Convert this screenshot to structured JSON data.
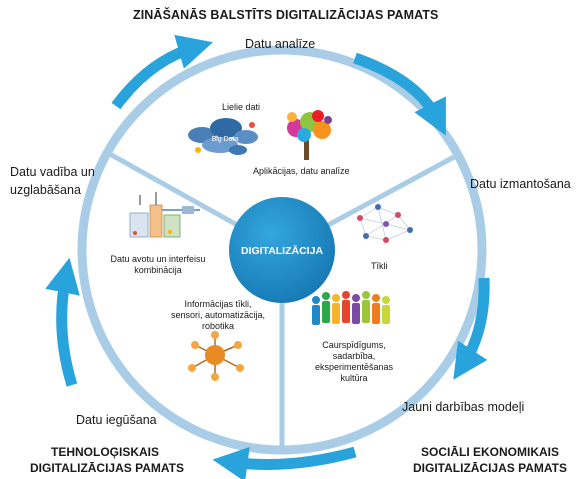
{
  "title": "ZINĀŠANĀS BALSTĪTS DIGITALIZĀCIJAS PAMATS",
  "center": "DIGITALIZĀCIJA",
  "cycle": {
    "top": "Datu analīze",
    "right": "Datu izmantošana",
    "bottom_right": "Jauni darbības modeļi",
    "bottom_left": "Datu iegūšana",
    "left_line1": "Datu vadība un",
    "left_line2": "uzglabāšana"
  },
  "foundations": {
    "tech_line1": "TEHNOLOĢISKAIS",
    "tech_line2": "DIGITALIZĀCIJAS PAMATS",
    "social_line1": "SOCIĀLI EKONOMIKAIS",
    "social_line2": "DIGITALIZĀCIJAS PAMATS"
  },
  "inner_labels": {
    "big_data": "Lielie dati",
    "big_data_cloud": "Big Data",
    "apps": "Aplikācijas, datu analīze",
    "networks": "Tīkli",
    "culture_l1": "Caurspīdīgums,",
    "culture_l2": "sadarbība,",
    "culture_l3": "eksperimentēšanas",
    "culture_l4": "kultūra",
    "iot_l1": "Informācijas tīkli,",
    "iot_l2": "sensori, automatizācija,",
    "iot_l3": "robotika",
    "sources_l1": "Datu avotu un interfeisu",
    "sources_l2": "kombinācija"
  },
  "colors": {
    "ring": "#a9cde6",
    "arrow": "#29a3dc",
    "center": "#1a8cc9",
    "divider": "#a9cde6"
  }
}
